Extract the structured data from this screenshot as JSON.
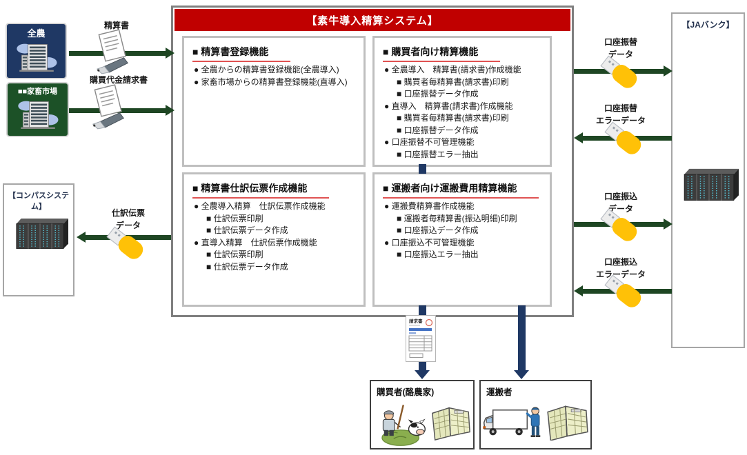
{
  "title": "【素牛導入精算システム】",
  "colors": {
    "title_bar": "#C00000",
    "arrow_green": "#1E4623",
    "arrow_blue": "#1F3864",
    "usb_yellow": "#FFC107",
    "heading_underline": "#E05252"
  },
  "sources": {
    "zennoh_label": "全農",
    "market_label": "■■家畜市場"
  },
  "compass": {
    "label": "【コンパスシステム】"
  },
  "ja_bank": {
    "label": "【JAバンク】"
  },
  "left_flows": {
    "seisansho": "精算書",
    "purchase_invoice": "購買代金請求書",
    "journal_line1": "仕訳伝票",
    "journal_line2": "データ"
  },
  "right_flows": {
    "furikae_line1": "口座振替",
    "furikae_line2": "データ",
    "furikae_err_line1": "口座振替",
    "furikae_err_line2": "エラーデータ",
    "furikomi_line1": "口座振込",
    "furikomi_line2": "データ",
    "furikomi_err_line1": "口座振込",
    "furikomi_err_line2": "エラーデータ"
  },
  "boxes": [
    {
      "heading": "■ 精算書登録機能",
      "items": [
        "● 全農からの精算書登録機能(全農導入)",
        "● 家畜市場からの精算書登録機能(直導入)"
      ]
    },
    {
      "heading": "■ 購買者向け精算機能",
      "items": [
        "● 全農導入　精算書(請求書)作成機能",
        "■ 購買者毎精算書(請求書)印刷",
        "■ 口座振替データ作成",
        "● 直導入　精算書(請求書)作成機能",
        "■ 購買者毎精算書(請求書)印刷",
        "■ 口座振替データ作成",
        "● 口座振替不可管理機能",
        "■ 口座振替エラー抽出"
      ]
    },
    {
      "heading": "■ 精算書仕訳伝票作成機能",
      "items": [
        "● 全農導入精算　仕訳伝票作成機能",
        "■ 仕訳伝票印刷",
        "■ 仕訳伝票データ作成",
        "● 直導入精算　仕訳伝票作成機能",
        "■ 仕訳伝票印刷",
        "■ 仕訳伝票データ作成"
      ]
    },
    {
      "heading": "■ 運搬者向け運搬費用精算機能",
      "items": [
        "● 運搬費精算書作成機能",
        "■ 運搬者毎精算書(振込明細)印刷",
        "■ 口座振込データ作成",
        "● 口座振込不可管理機能",
        "■ 口座振込エラー抽出"
      ]
    }
  ],
  "invoice_icon_label": "請求書",
  "recipients": {
    "buyer_label": "購買者(酪農家)",
    "transporter_label": "運搬者"
  }
}
